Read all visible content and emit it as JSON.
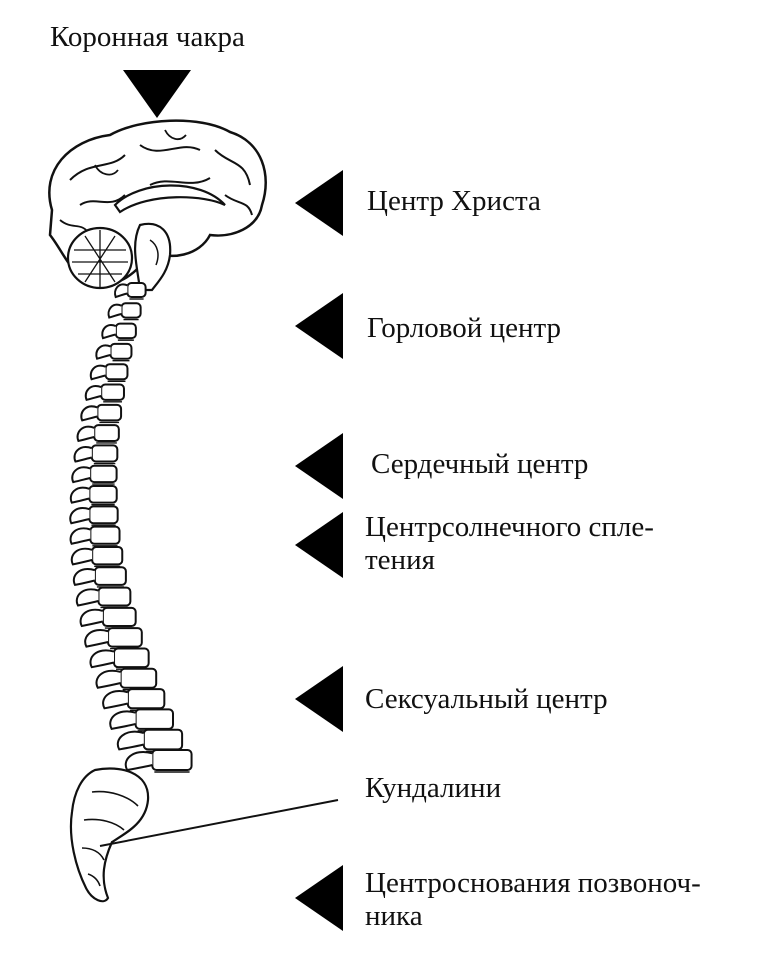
{
  "labels": {
    "crown": "Коронная чакра",
    "christ": "Центр Христа",
    "throat": "Горловой центр",
    "heart": "Сердечный центр",
    "solar_line1": "Центрсолнечного спле-",
    "solar_line2": "тения",
    "sexual": "Сексуальный центр",
    "kundalini": "Кундалини",
    "base_line1": "Центроснования позвоноч-",
    "base_line2": "ника"
  },
  "colors": {
    "ink": "#000000",
    "paper": "#ffffff"
  },
  "icons": {
    "crown_arrow": "triangle-down-icon",
    "side_arrows": "triangle-left-icon"
  }
}
